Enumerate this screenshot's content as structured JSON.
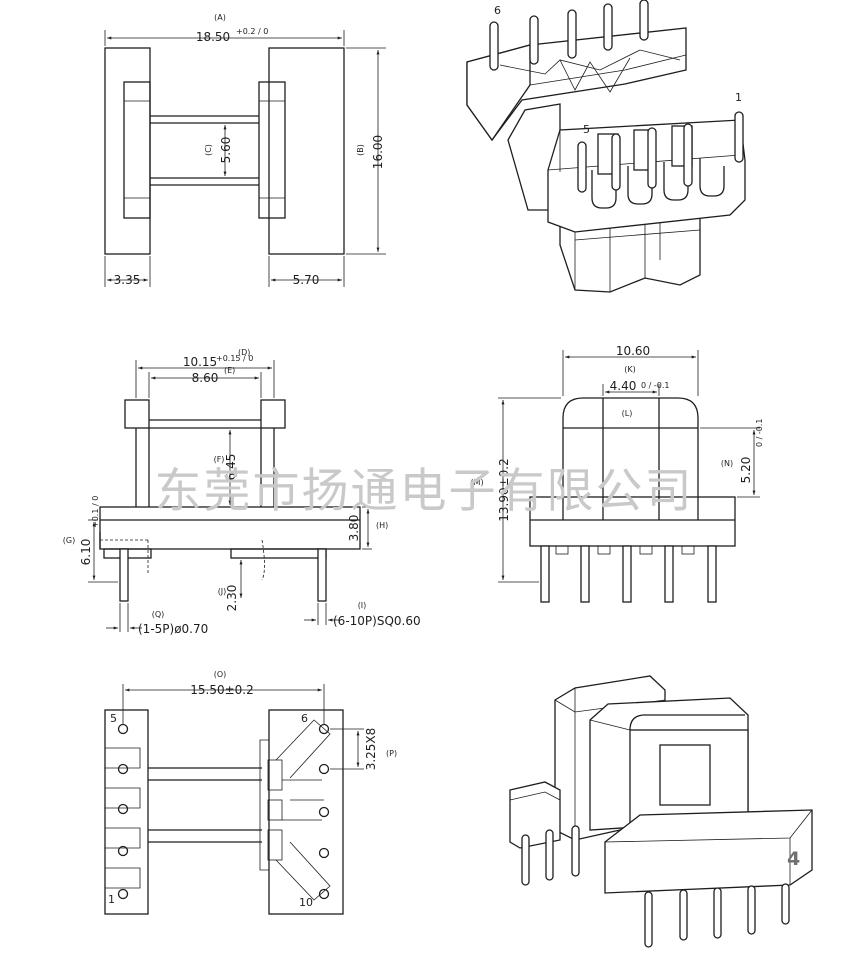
{
  "watermark": "东莞市扬通电子有限公司",
  "page_number": "4",
  "view_top": {
    "A": {
      "tag": "(A)",
      "value": "18.50",
      "tol": "+0.2 / 0"
    },
    "B": {
      "tag": "(B)",
      "value": "16.00"
    },
    "C": {
      "tag": "(C)",
      "value": "5.60"
    },
    "left_width": "3.35",
    "right_width": "5.70"
  },
  "view_iso_top": {
    "pin_labels": [
      "6",
      "1",
      "5"
    ]
  },
  "view_side": {
    "D": {
      "tag": "(D)",
      "value": "10.15",
      "tol": "+0.15 / 0"
    },
    "E": {
      "tag": "(E)",
      "value": "8.60"
    },
    "F": {
      "tag": "(F)",
      "value": "6.45"
    },
    "G": {
      "tag": "(G)",
      "value": "6.10",
      "tol": "+0.1 / 0"
    },
    "H": {
      "tag": "(H)",
      "value": "3.80"
    },
    "J": {
      "tag": "(J)",
      "value": "2.30"
    },
    "Q": {
      "tag": "(Q)",
      "value": "(1-5P)ø0.70"
    },
    "I": {
      "tag": "(I)",
      "value": "(6-10P)SQ0.60"
    }
  },
  "view_front": {
    "K": {
      "tag": "(K)",
      "value": "10.60"
    },
    "L": {
      "tag": "(L)",
      "value": "4.40",
      "tol": "0 / -0.1"
    },
    "M": {
      "tag": "(M)",
      "value": "13.90±0.2"
    },
    "N": {
      "tag": "(N)",
      "value": "5.20",
      "tol": "0 / -0.1"
    }
  },
  "view_bottom": {
    "O": {
      "tag": "(O)",
      "value": "15.50±0.2"
    },
    "P": {
      "tag": "(P)",
      "value": "3.25X8"
    },
    "pin_labels": [
      "5",
      "1",
      "6",
      "10"
    ]
  }
}
